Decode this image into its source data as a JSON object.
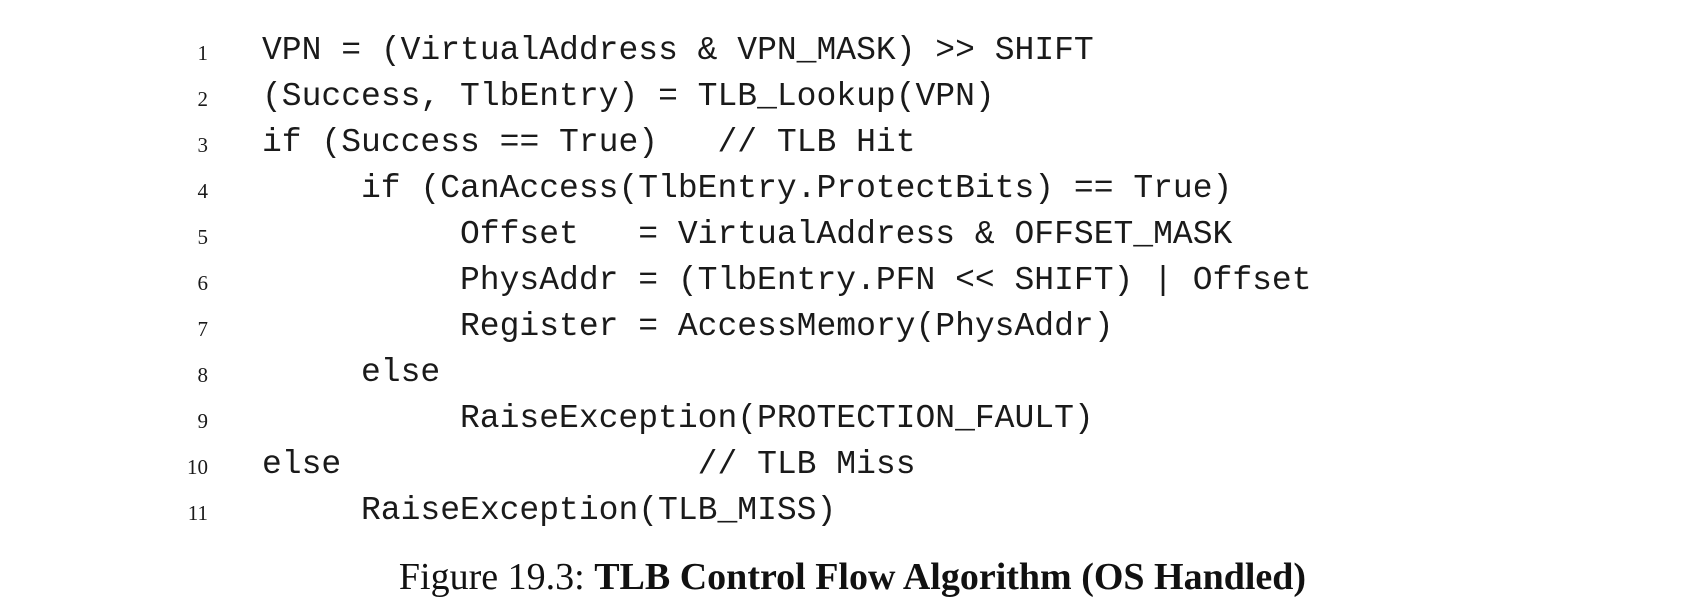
{
  "code": {
    "lines": [
      {
        "num": "1",
        "text": "VPN = (VirtualAddress & VPN_MASK) >> SHIFT"
      },
      {
        "num": "2",
        "text": "(Success, TlbEntry) = TLB_Lookup(VPN)"
      },
      {
        "num": "3",
        "text": "if (Success == True)   // TLB Hit"
      },
      {
        "num": "4",
        "text": "if (CanAccess(TlbEntry.ProtectBits) == True)"
      },
      {
        "num": "5",
        "text": "Offset   = VirtualAddress & OFFSET_MASK"
      },
      {
        "num": "6",
        "text": "PhysAddr = (TlbEntry.PFN << SHIFT) | Offset"
      },
      {
        "num": "7",
        "text": "Register = AccessMemory(PhysAddr)"
      },
      {
        "num": "8",
        "text": "else"
      },
      {
        "num": "9",
        "text": "RaiseException(PROTECTION_FAULT)"
      },
      {
        "num": "10",
        "text": "else                  // TLB Miss"
      },
      {
        "num": "11",
        "text": "RaiseException(TLB_MISS)"
      }
    ]
  },
  "caption": {
    "label": "Figure 19.3: ",
    "title": "TLB Control Flow Algorithm (OS Handled)"
  }
}
